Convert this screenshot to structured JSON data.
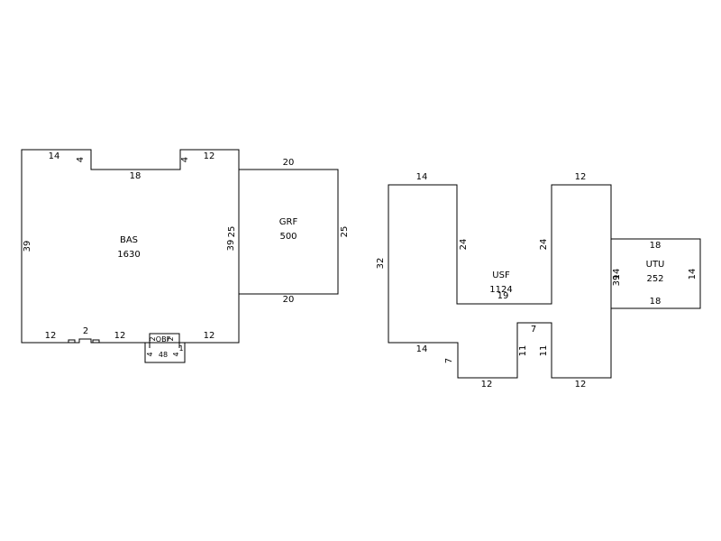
{
  "colors": {
    "line": "#000000",
    "background": "#ffffff"
  },
  "sketch": {
    "bas": {
      "code": "BAS",
      "area": "1630",
      "dims": {
        "top_left": "14",
        "notch_left": "4",
        "notch_bottom": "18",
        "notch_right": "4",
        "top_right": "12",
        "left": "39",
        "right": "39",
        "bottom_left": "12",
        "bump": "2",
        "bottom_mid": "12",
        "bottom_right": "12"
      }
    },
    "grf": {
      "code": "GRF",
      "area": "500",
      "dims": {
        "top": "20",
        "bottom": "20",
        "left": "25",
        "right": "25"
      }
    },
    "obf": {
      "code": "OBF",
      "area": "48",
      "dims": {
        "left": "4",
        "right": "4",
        "side_left": "2",
        "side_right": "2",
        "tag": "1"
      }
    },
    "usf": {
      "code": "USF",
      "area": "1124",
      "dims": {
        "top_left": "14",
        "inner_left": "24",
        "inner_right": "24",
        "top_right": "12",
        "left": "32",
        "inner_bottom": "19",
        "bottom_left_top": "14",
        "bottom_left_step": "7",
        "bottom_left": "12",
        "notch_top": "7",
        "notch_left": "11",
        "notch_right": "11",
        "bottom_right": "12",
        "right": "39"
      }
    },
    "utu": {
      "code": "UTU",
      "area": "252",
      "dims": {
        "top": "18",
        "bottom": "18",
        "left": "14",
        "right": "14"
      }
    }
  }
}
